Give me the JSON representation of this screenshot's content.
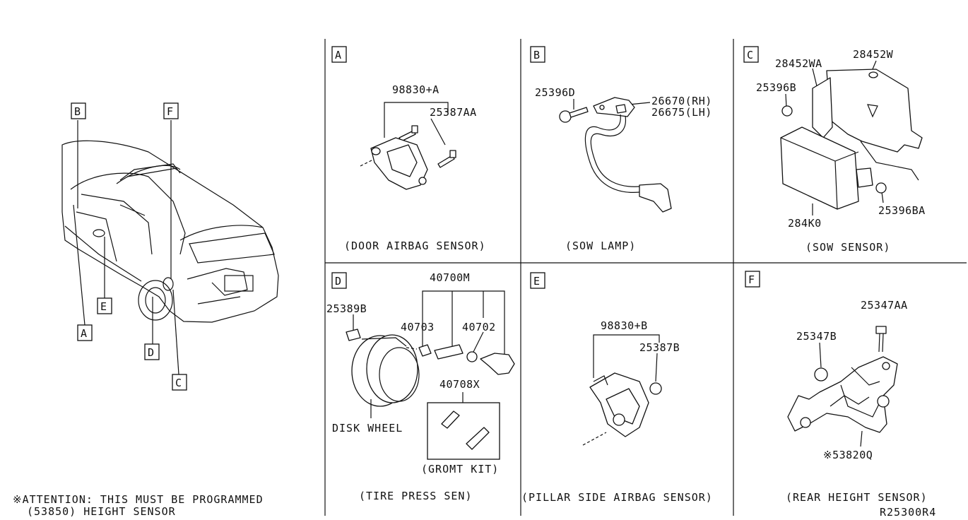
{
  "diagram_id": "R25300R4",
  "attention": {
    "line1": "※ATTENTION: THIS MUST BE PROGRAMMED",
    "line2": "(53850) HEIGHT SENSOR"
  },
  "vehicle": {
    "labels": [
      "A",
      "B",
      "C",
      "D",
      "E",
      "F"
    ]
  },
  "panels": {
    "A": {
      "letter": "A",
      "caption": "(DOOR AIRBAG SENSOR)",
      "parts": [
        "98830+A",
        "25387AA"
      ]
    },
    "B": {
      "letter": "B",
      "caption": "(SOW LAMP)",
      "parts": [
        "25396D",
        "26670(RH)",
        "26675(LH)"
      ]
    },
    "C": {
      "letter": "C",
      "caption": "(SOW SENSOR)",
      "parts": [
        "28452WA",
        "28452W",
        "25396B",
        "25396BA",
        "284K0"
      ]
    },
    "D": {
      "letter": "D",
      "caption": "(TIRE PRESS SEN)",
      "parts": [
        "40700M",
        "25389B",
        "40703",
        "40702",
        "40708X",
        "DISK WHEEL",
        "(GROMT KIT)"
      ]
    },
    "E": {
      "letter": "E",
      "caption": "(PILLAR SIDE AIRBAG SENSOR)",
      "parts": [
        "98830+B",
        "25387B"
      ]
    },
    "F": {
      "letter": "F",
      "caption": "(REAR HEIGHT SENSOR)",
      "parts": [
        "25347AA",
        "25347B",
        "※53820Q"
      ]
    }
  }
}
